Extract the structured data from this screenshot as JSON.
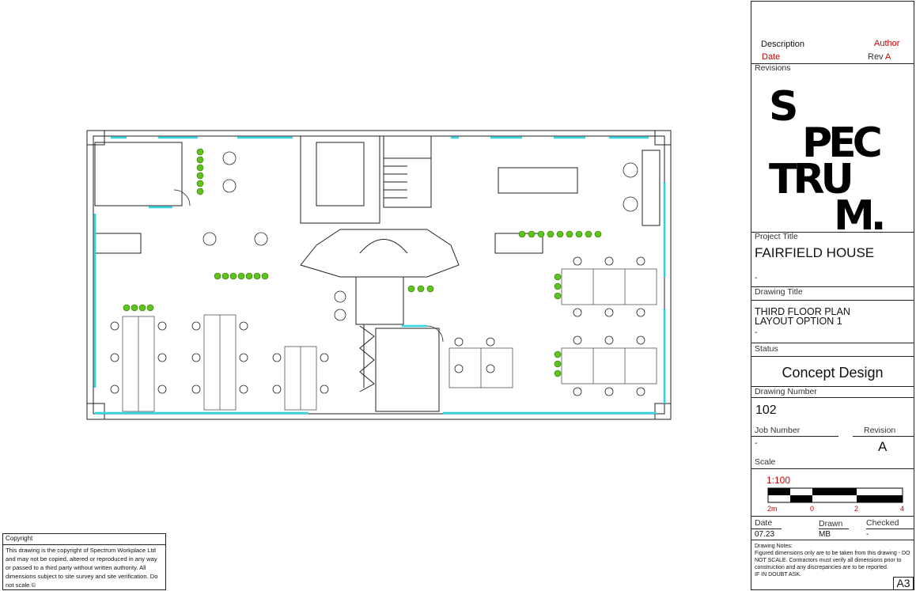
{
  "revisions": {
    "description_label": "Description",
    "author_label": "Author",
    "date_label": "Date",
    "rev_label": "Rev",
    "rev_value": "A",
    "section_label": "Revisions"
  },
  "logo": {
    "text": "SPECTRUM."
  },
  "project": {
    "label": "Project Title",
    "value": "FAIRFIELD HOUSE",
    "sub": "-"
  },
  "drawing_title": {
    "label": "Drawing Title",
    "line1": "THIRD FLOOR PLAN",
    "line2": "LAYOUT OPTION 1",
    "sub": "-"
  },
  "status": {
    "label": "Status",
    "value": "Concept Design"
  },
  "drawing_number": {
    "label": "Drawing Number",
    "value": "102"
  },
  "job": {
    "label": "Job Number",
    "value": "-"
  },
  "revision": {
    "label": "Revision",
    "value": "A"
  },
  "scale": {
    "label": "Scale",
    "value": "1:100",
    "ticks": [
      "2m",
      "0",
      "2",
      "4"
    ]
  },
  "meta": {
    "date_label": "Date",
    "date_value": "07.23",
    "drawn_label": "Drawn",
    "drawn_value": "MB",
    "checked_label": "Checked",
    "checked_value": "-"
  },
  "notes": {
    "title": "Drawing Notes:",
    "body": "Figured dimensions only are to be taken from this drawing - DO NOT SCALE. Contractors must verify all dimensions prior to construction and any discrepancies are to be reported.",
    "footer": "IF IN DOUBT ASK."
  },
  "sheet_size": "A3",
  "copyright": {
    "title": "Copyright",
    "body": "This drawing is the copyright of Spectrum Workplace Ltd and may not be copied, altered or reproduced in any way or passed to a third party without written authority. All dimensions subject to site survey and site verification. Do not scale",
    "symbol": "©"
  },
  "colors": {
    "glazing": "#2fd6e8",
    "plants": "#5fc41a",
    "red_text": "#cc0000",
    "line": "#222222"
  }
}
